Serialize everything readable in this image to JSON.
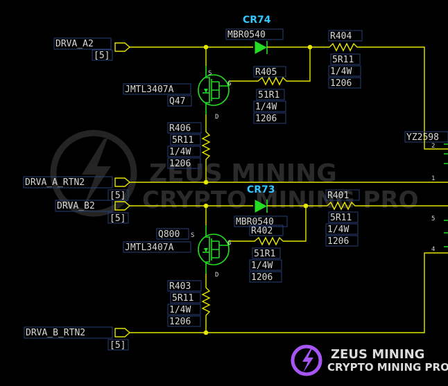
{
  "top": {
    "diode_ref": "CR74",
    "diode_part": "MBR0540",
    "r404": {
      "ref": "R404",
      "val": "5R11",
      "pwr": "1/4W",
      "pkg": "1206"
    },
    "r405": {
      "ref": "R405",
      "val": "51R1",
      "pwr": "1/4W",
      "pkg": "1206"
    },
    "r406": {
      "ref": "R406",
      "val": "5R11",
      "pwr": "1/4W",
      "pkg": "1206"
    },
    "fet": {
      "part": "JMTL3407A",
      "ref": "Q47",
      "s": "S",
      "g": "G",
      "d": "D"
    },
    "net_in": {
      "name": "DRVA_A2",
      "page": "[5]"
    },
    "net_rtn": {
      "name": "DRVA_A_RTN2",
      "page": "[5]"
    }
  },
  "bottom": {
    "diode_ref": "CR73",
    "diode_part": "MBR0540",
    "r401": {
      "ref": "R401",
      "val": "5R11",
      "pwr": "1/4W",
      "pkg": "1206"
    },
    "r402": {
      "ref": "R402",
      "val": "51R1",
      "pwr": "1/4W",
      "pkg": "1206"
    },
    "r403": {
      "ref": "R403",
      "val": "5R11",
      "pwr": "1/4W",
      "pkg": "1206"
    },
    "fet": {
      "part": "JMTL3407A",
      "ref": "Q800",
      "s": "S",
      "g": "G",
      "d": "D"
    },
    "net_in": {
      "name": "DRVA_B2",
      "page": "[5]"
    },
    "net_rtn": {
      "name": "DRVA_B_RTN2",
      "page": "[5]"
    }
  },
  "connector": {
    "ref": "YZ2598",
    "pins": [
      "2",
      "1",
      "5",
      "4"
    ]
  },
  "watermark": {
    "line1": "ZEUS MINING",
    "line2": "CRYPTO MINING PRO"
  },
  "logo": {
    "line1": "ZEUS MINING",
    "line2": "CRYPTO MINING PRO"
  }
}
